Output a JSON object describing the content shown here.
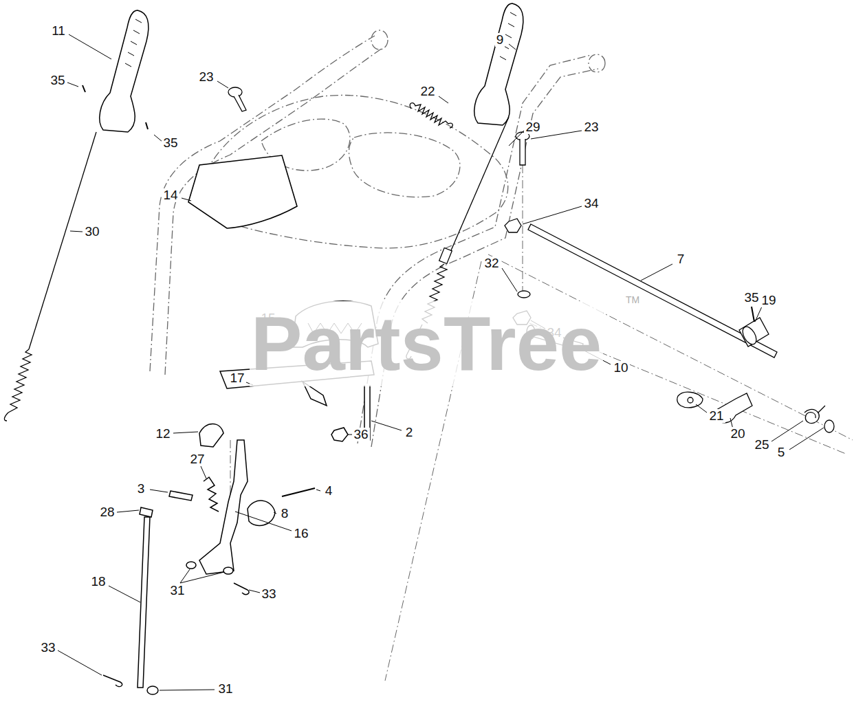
{
  "diagram": {
    "labels": [
      "11",
      "9",
      "35",
      "23",
      "22",
      "35",
      "29",
      "23",
      "14",
      "30",
      "34",
      "7",
      "32",
      "35",
      "34",
      "19",
      "15",
      "10",
      "17",
      "21",
      "36",
      "2",
      "20",
      "12",
      "27",
      "25",
      "5",
      "4",
      "3",
      "8",
      "28",
      "16",
      "18",
      "31",
      "33",
      "33",
      "31",
      "PartsTree",
      "TM"
    ]
  }
}
